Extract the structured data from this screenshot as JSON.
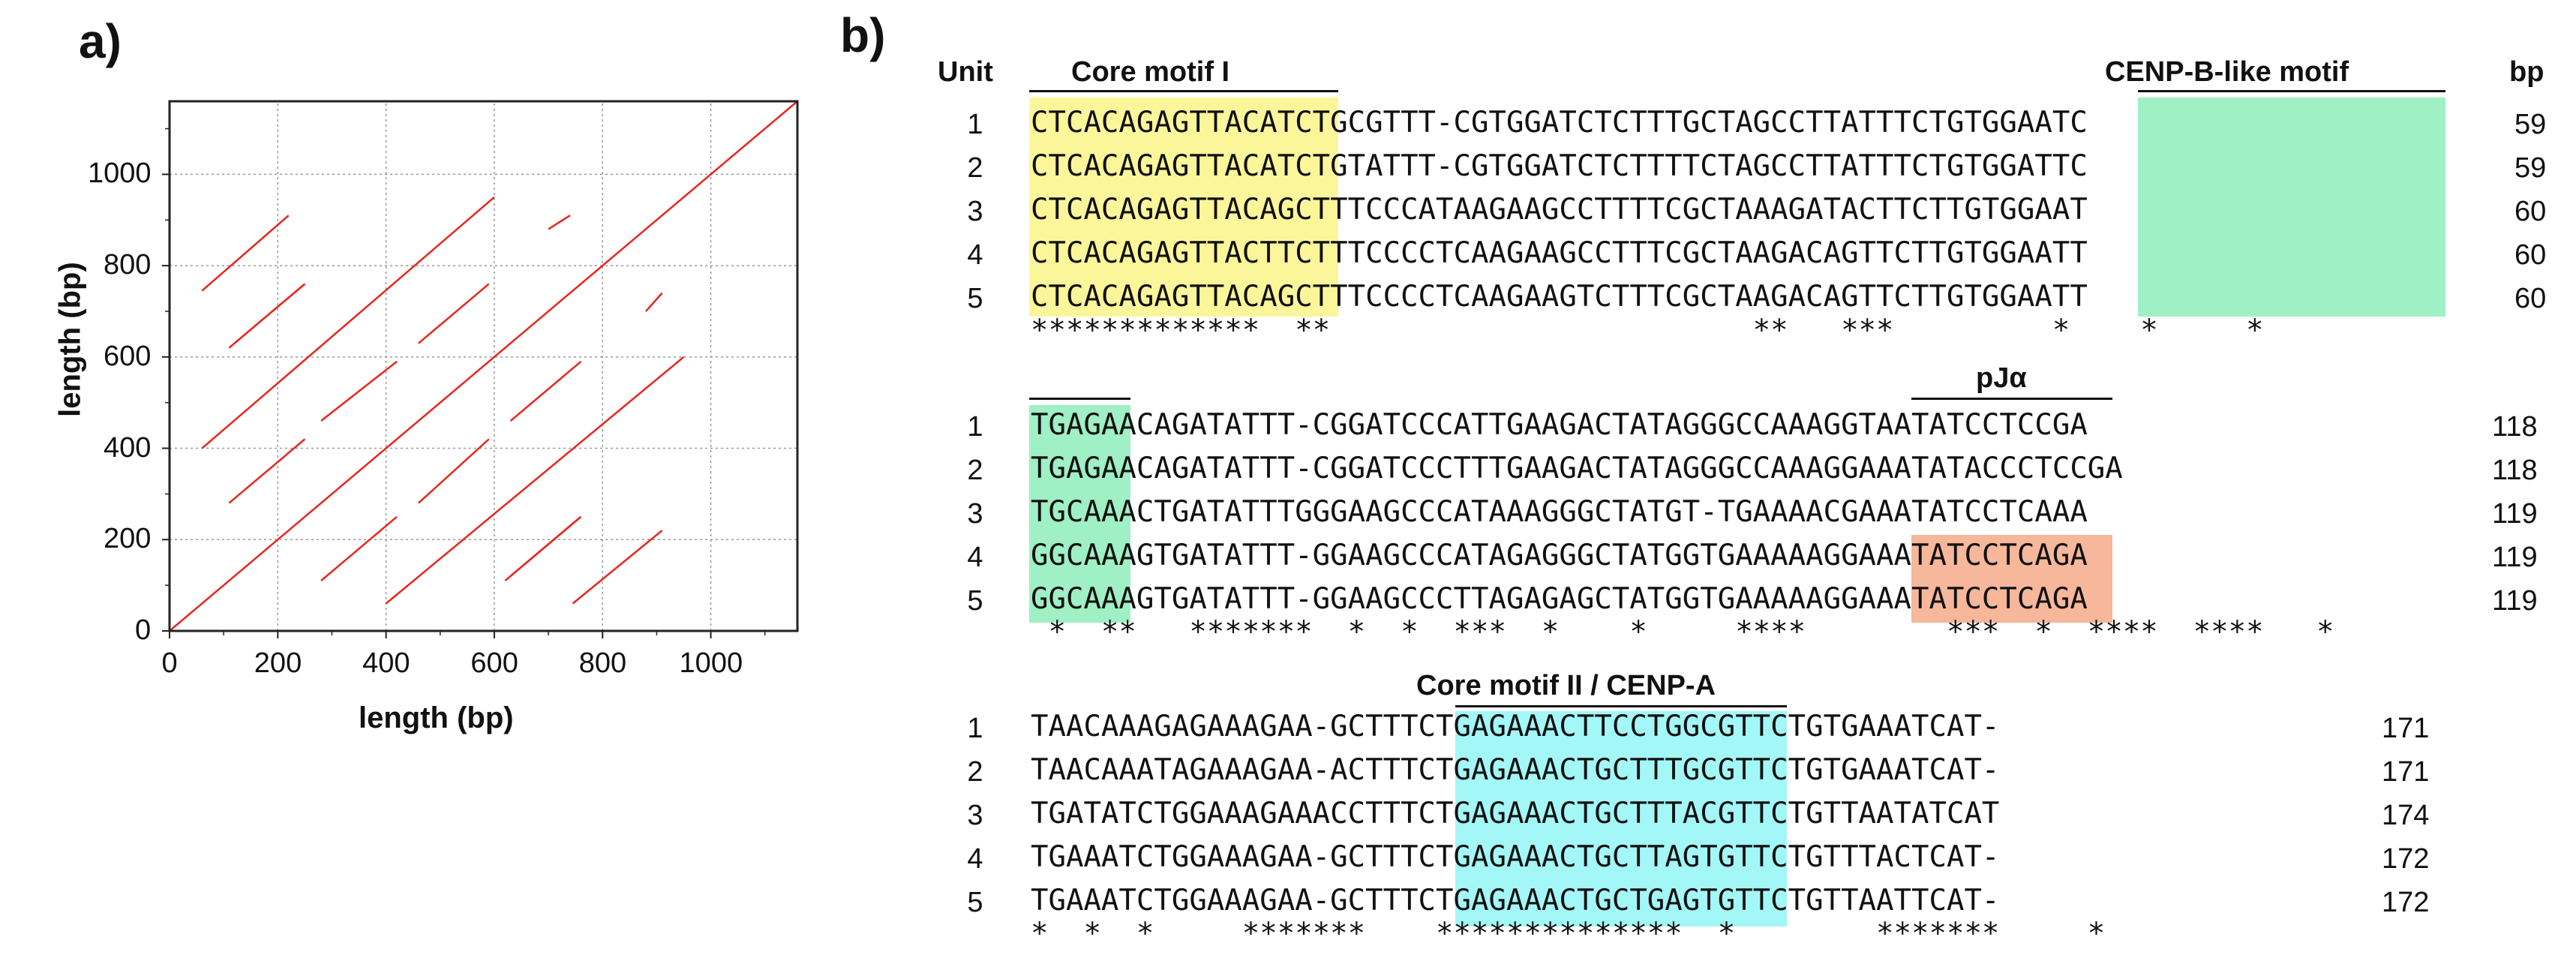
{
  "panel_a": {
    "label": "a)",
    "chart_data": {
      "type": "dot plot",
      "xlabel": "length (bp)",
      "ylabel": "length (bp)",
      "xlim": [
        0,
        1160
      ],
      "ylim": [
        0,
        1160
      ],
      "x_ticks": [
        "0",
        "200",
        "400",
        "600",
        "800",
        "1000"
      ],
      "y_ticks": [
        "0",
        "200",
        "400",
        "600",
        "800",
        "1000"
      ],
      "grid": true,
      "line_color": "#e8261e",
      "segments": [
        {
          "x": [
            0,
            1160
          ],
          "y": [
            0,
            1160
          ]
        },
        {
          "x": [
            60,
            600
          ],
          "y": [
            400,
            950
          ]
        },
        {
          "x": [
            400,
            950
          ],
          "y": [
            60,
            600
          ]
        },
        {
          "x": [
            60,
            220
          ],
          "y": [
            745,
            910
          ]
        },
        {
          "x": [
            745,
            910
          ],
          "y": [
            60,
            220
          ]
        },
        {
          "x": [
            120,
            250
          ],
          "y": [
            630,
            760
          ]
        },
        {
          "x": [
            630,
            760
          ],
          "y": [
            120,
            250
          ]
        },
        {
          "x": [
            110,
            250
          ],
          "y": [
            280,
            420
          ]
        },
        {
          "x": [
            280,
            420
          ],
          "y": [
            110,
            250
          ]
        },
        {
          "x": [
            280,
            420
          ],
          "y": [
            460,
            590
          ]
        },
        {
          "x": [
            460,
            590
          ],
          "y": [
            280,
            420
          ]
        },
        {
          "x": [
            460,
            590
          ],
          "y": [
            630,
            760
          ]
        },
        {
          "x": [
            630,
            760
          ],
          "y": [
            460,
            590
          ]
        },
        {
          "x": [
            700,
            740
          ],
          "y": [
            880,
            910
          ]
        },
        {
          "x": [
            880,
            910
          ],
          "y": [
            700,
            740
          ]
        },
        {
          "x": [
            620,
            760
          ],
          "y": [
            110,
            250
          ]
        },
        {
          "x": [
            110,
            250
          ],
          "y": [
            620,
            760
          ]
        }
      ]
    }
  },
  "panel_b": {
    "label": "b)",
    "headers": {
      "unit": "Unit",
      "core1": "Core motif I",
      "cenpb": "CENP-B-like motif",
      "bp": "bp",
      "pja": "pJα",
      "core2": "Core motif II / CENP-A"
    },
    "block1": {
      "units": [
        "1",
        "2",
        "3",
        "4",
        "5"
      ],
      "seqs": [
        "CTCACAGAGTTACATCTGCGTTT-CGTGGATCTCTTTGCTAGCCTTATTTCTGTGGAATC",
        "CTCACAGAGTTACATCTGTATTT-CGTGGATCTCTTTTCTAGCCTTATTTCTGTGGATTC",
        "CTCACAGAGTTACAGCTTTCCCATAAGAAGCCTTTTCGCTAAAGATACTTCTTGTGGAAT",
        "CTCACAGAGTTACTTCTTTCCCCTCAAGAAGCCTTTCGCTAAGACAGTTCTTGTGGAATT",
        "CTCACAGAGTTACAGCTTTCCCCTCAAGAAGTCTTTCGCTAAGACAGTTCTTGTGGAATT"
      ],
      "bp": [
        "59",
        "59",
        "60",
        "60",
        "60"
      ],
      "consensus": "*************  **                        **   ***         *    *     *"
    },
    "block2": {
      "units": [
        "1",
        "2",
        "3",
        "4",
        "5"
      ],
      "seqs": [
        "TGAGAACAGATATTT-CGGATCCCATTGAAGACTATAGGGCCAAAGGTAATATCCTCCGA",
        "TGAGAACAGATATTT-CGGATCCCTTTGAAGACTATAGGGCCAAAGGAAATATACCCTCCGA",
        "TGCAAACTGATATTTGGGAAGCCCATAAAGGGCTATGT-TGAAAACGAAATATCCTCAAA",
        "GGCAAAGTGATATTT-GGAAGCCCATAGAGGGCTATGGTGAAAAAGGAAATATCCTCAGA",
        "GGCAAAGTGATATTT-GGAAGCCCTTAGAGAGCTATGGTGAAAAAGGAAATATCCTCAGA"
      ],
      "bp": [
        "118",
        "118",
        "119",
        "119",
        "119"
      ],
      "consensus": " *  **   *******  *  *  ***  *    *     ****        ***  *  ****  ****   *"
    },
    "block3": {
      "units": [
        "1",
        "2",
        "3",
        "4",
        "5"
      ],
      "seqs": [
        "TAACAAAGAGAAAGAA-GCTTTCTGAGAAACTTCCTGGCGTTCTGTGAAATCAT-",
        "TAACAAATAGAAAGAA-ACTTTCTGAGAAACTGCTTTGCGTTCTGTGAAATCAT-",
        "TGATATCTGGAAAGAAACCTTTCTGAGAAACTGCTTTACGTTCTGTTAATATCAT",
        "TGAAATCTGGAAAGAA-GCTTTCTGAGAAACTGCTTAGTGTTCTGTTTACTCAT-",
        "TGAAATCTGGAAAGAA-GCTTTCTGAGAAACTGCTGAGTGTTCTGTTAATTCAT-"
      ],
      "bp": [
        "171",
        "171",
        "174",
        "172",
        "172"
      ],
      "consensus": "*  *  *     *******    **************  *        *******     *"
    },
    "colors": {
      "yellow": "#fbf69a",
      "green": "#9ff0c4",
      "cyan": "#a3f7f7",
      "orange": "#f6b79b"
    }
  }
}
